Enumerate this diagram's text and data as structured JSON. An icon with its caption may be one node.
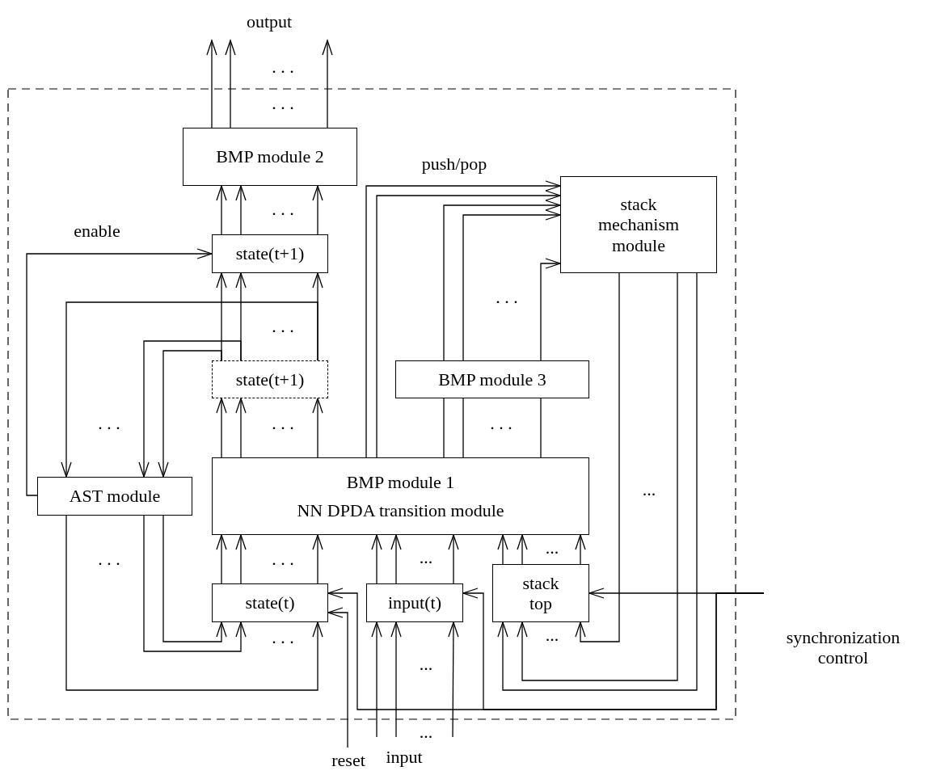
{
  "diagram": {
    "nodes": [
      {
        "text": [
          "output"
        ]
      },
      {
        "text": [
          "BMP module 2"
        ]
      },
      {
        "text": [
          "state(t+1)"
        ]
      },
      {
        "text": [
          "stack mechanism module"
        ]
      },
      {
        "text": [
          "state(t+1)"
        ]
      },
      {
        "text": [
          "BMP module 3"
        ]
      },
      {
        "text": [
          "AST module"
        ]
      },
      {
        "text": [
          "BMP module 1",
          "NN DPDA transition module"
        ]
      },
      {
        "text": [
          "state(t)"
        ]
      },
      {
        "text": [
          "input(t)"
        ]
      },
      {
        "text": [
          "stack top"
        ]
      },
      {
        "text": [
          "synchronization control"
        ]
      },
      {
        "text": [
          "reset"
        ]
      },
      {
        "text": [
          "input"
        ]
      }
    ],
    "edges": [
      {
        "from": 1,
        "to": 0,
        "arrow": "to"
      },
      {
        "from": 1,
        "to": 0,
        "arrow": "to"
      },
      {
        "from": 1,
        "to": 0,
        "arrow": "to"
      },
      {
        "from": 2,
        "to": 1,
        "arrow": "to"
      },
      {
        "from": 2,
        "to": 1,
        "arrow": "to"
      },
      {
        "from": 2,
        "to": 1,
        "arrow": "to"
      },
      {
        "from": 6,
        "to": 2,
        "arrow": "to",
        "label": "enable"
      },
      {
        "from": 4,
        "to": 2,
        "arrow": "to"
      },
      {
        "from": 4,
        "to": 2,
        "arrow": "to"
      },
      {
        "from": 4,
        "to": 2,
        "arrow": "to"
      },
      {
        "from": 4,
        "to": 6,
        "arrow": "to"
      },
      {
        "from": 4,
        "to": 6,
        "arrow": "to"
      },
      {
        "from": 4,
        "to": 6,
        "arrow": "to"
      },
      {
        "from": 7,
        "to": 4,
        "arrow": "to"
      },
      {
        "from": 7,
        "to": 4,
        "arrow": "to"
      },
      {
        "from": 7,
        "to": 4,
        "arrow": "to"
      },
      {
        "from": 7,
        "to": 3,
        "arrow": "to",
        "label": "push/pop"
      },
      {
        "from": 7,
        "to": 3,
        "arrow": "to"
      },
      {
        "from": 7,
        "to": 5,
        "arrow": "none"
      },
      {
        "from": 7,
        "to": 5,
        "arrow": "none"
      },
      {
        "from": 7,
        "to": 5,
        "arrow": "none"
      },
      {
        "from": 5,
        "to": 3,
        "arrow": "to"
      },
      {
        "from": 5,
        "to": 3,
        "arrow": "to"
      },
      {
        "from": 5,
        "to": 3,
        "arrow": "to"
      },
      {
        "from": 6,
        "to": 8,
        "arrow": "to"
      },
      {
        "from": 6,
        "to": 8,
        "arrow": "to"
      },
      {
        "from": 6,
        "to": 8,
        "arrow": "to"
      },
      {
        "from": 8,
        "to": 7,
        "arrow": "to"
      },
      {
        "from": 8,
        "to": 7,
        "arrow": "to"
      },
      {
        "from": 8,
        "to": 7,
        "arrow": "to"
      },
      {
        "from": 9,
        "to": 7,
        "arrow": "to"
      },
      {
        "from": 9,
        "to": 7,
        "arrow": "to"
      },
      {
        "from": 9,
        "to": 7,
        "arrow": "to"
      },
      {
        "from": 10,
        "to": 7,
        "arrow": "to"
      },
      {
        "from": 10,
        "to": 7,
        "arrow": "to"
      },
      {
        "from": 10,
        "to": 7,
        "arrow": "to"
      },
      {
        "from": 13,
        "to": 9,
        "arrow": "to"
      },
      {
        "from": 13,
        "to": 9,
        "arrow": "to"
      },
      {
        "from": 13,
        "to": 9,
        "arrow": "to"
      },
      {
        "from": 12,
        "to": 8,
        "arrow": "to"
      },
      {
        "from": 11,
        "to": 10,
        "arrow": "to"
      },
      {
        "from": 11,
        "to": 9,
        "arrow": "to"
      },
      {
        "from": 11,
        "to": 8,
        "arrow": "to"
      },
      {
        "from": 3,
        "to": 10,
        "arrow": "to"
      },
      {
        "from": 3,
        "to": 10,
        "arrow": "to"
      },
      {
        "from": 3,
        "to": 10,
        "arrow": "to"
      }
    ],
    "labels": [
      ". . .",
      ". . .",
      ". . .",
      ". . .",
      ". . .",
      ". . .",
      ". . .",
      ". . .",
      "...",
      "...",
      ". . .",
      ". . .",
      "...",
      ". . .",
      "...",
      "...",
      "..."
    ]
  }
}
